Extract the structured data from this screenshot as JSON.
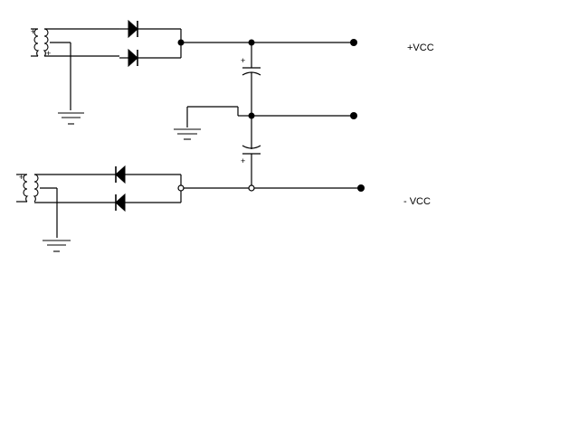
{
  "labels": {
    "positive_supply": "+VCC",
    "negative_supply": "- VCC",
    "plus_sign": "+",
    "minus_sign": "-"
  },
  "colors": {
    "background": "#ffffff",
    "ink": "#000000"
  },
  "components": {
    "transformers": [
      "transformer-top",
      "transformer-bottom"
    ],
    "diodes": [
      "diode-top-1",
      "diode-top-2",
      "diode-bottom-1",
      "diode-bottom-2"
    ],
    "capacitors": [
      "capacitor-top",
      "capacitor-bottom"
    ],
    "grounds": [
      "ground-top-left",
      "ground-center",
      "ground-bottom-left"
    ],
    "output_terminals": [
      "terminal-positive",
      "terminal-common",
      "terminal-negative"
    ]
  }
}
